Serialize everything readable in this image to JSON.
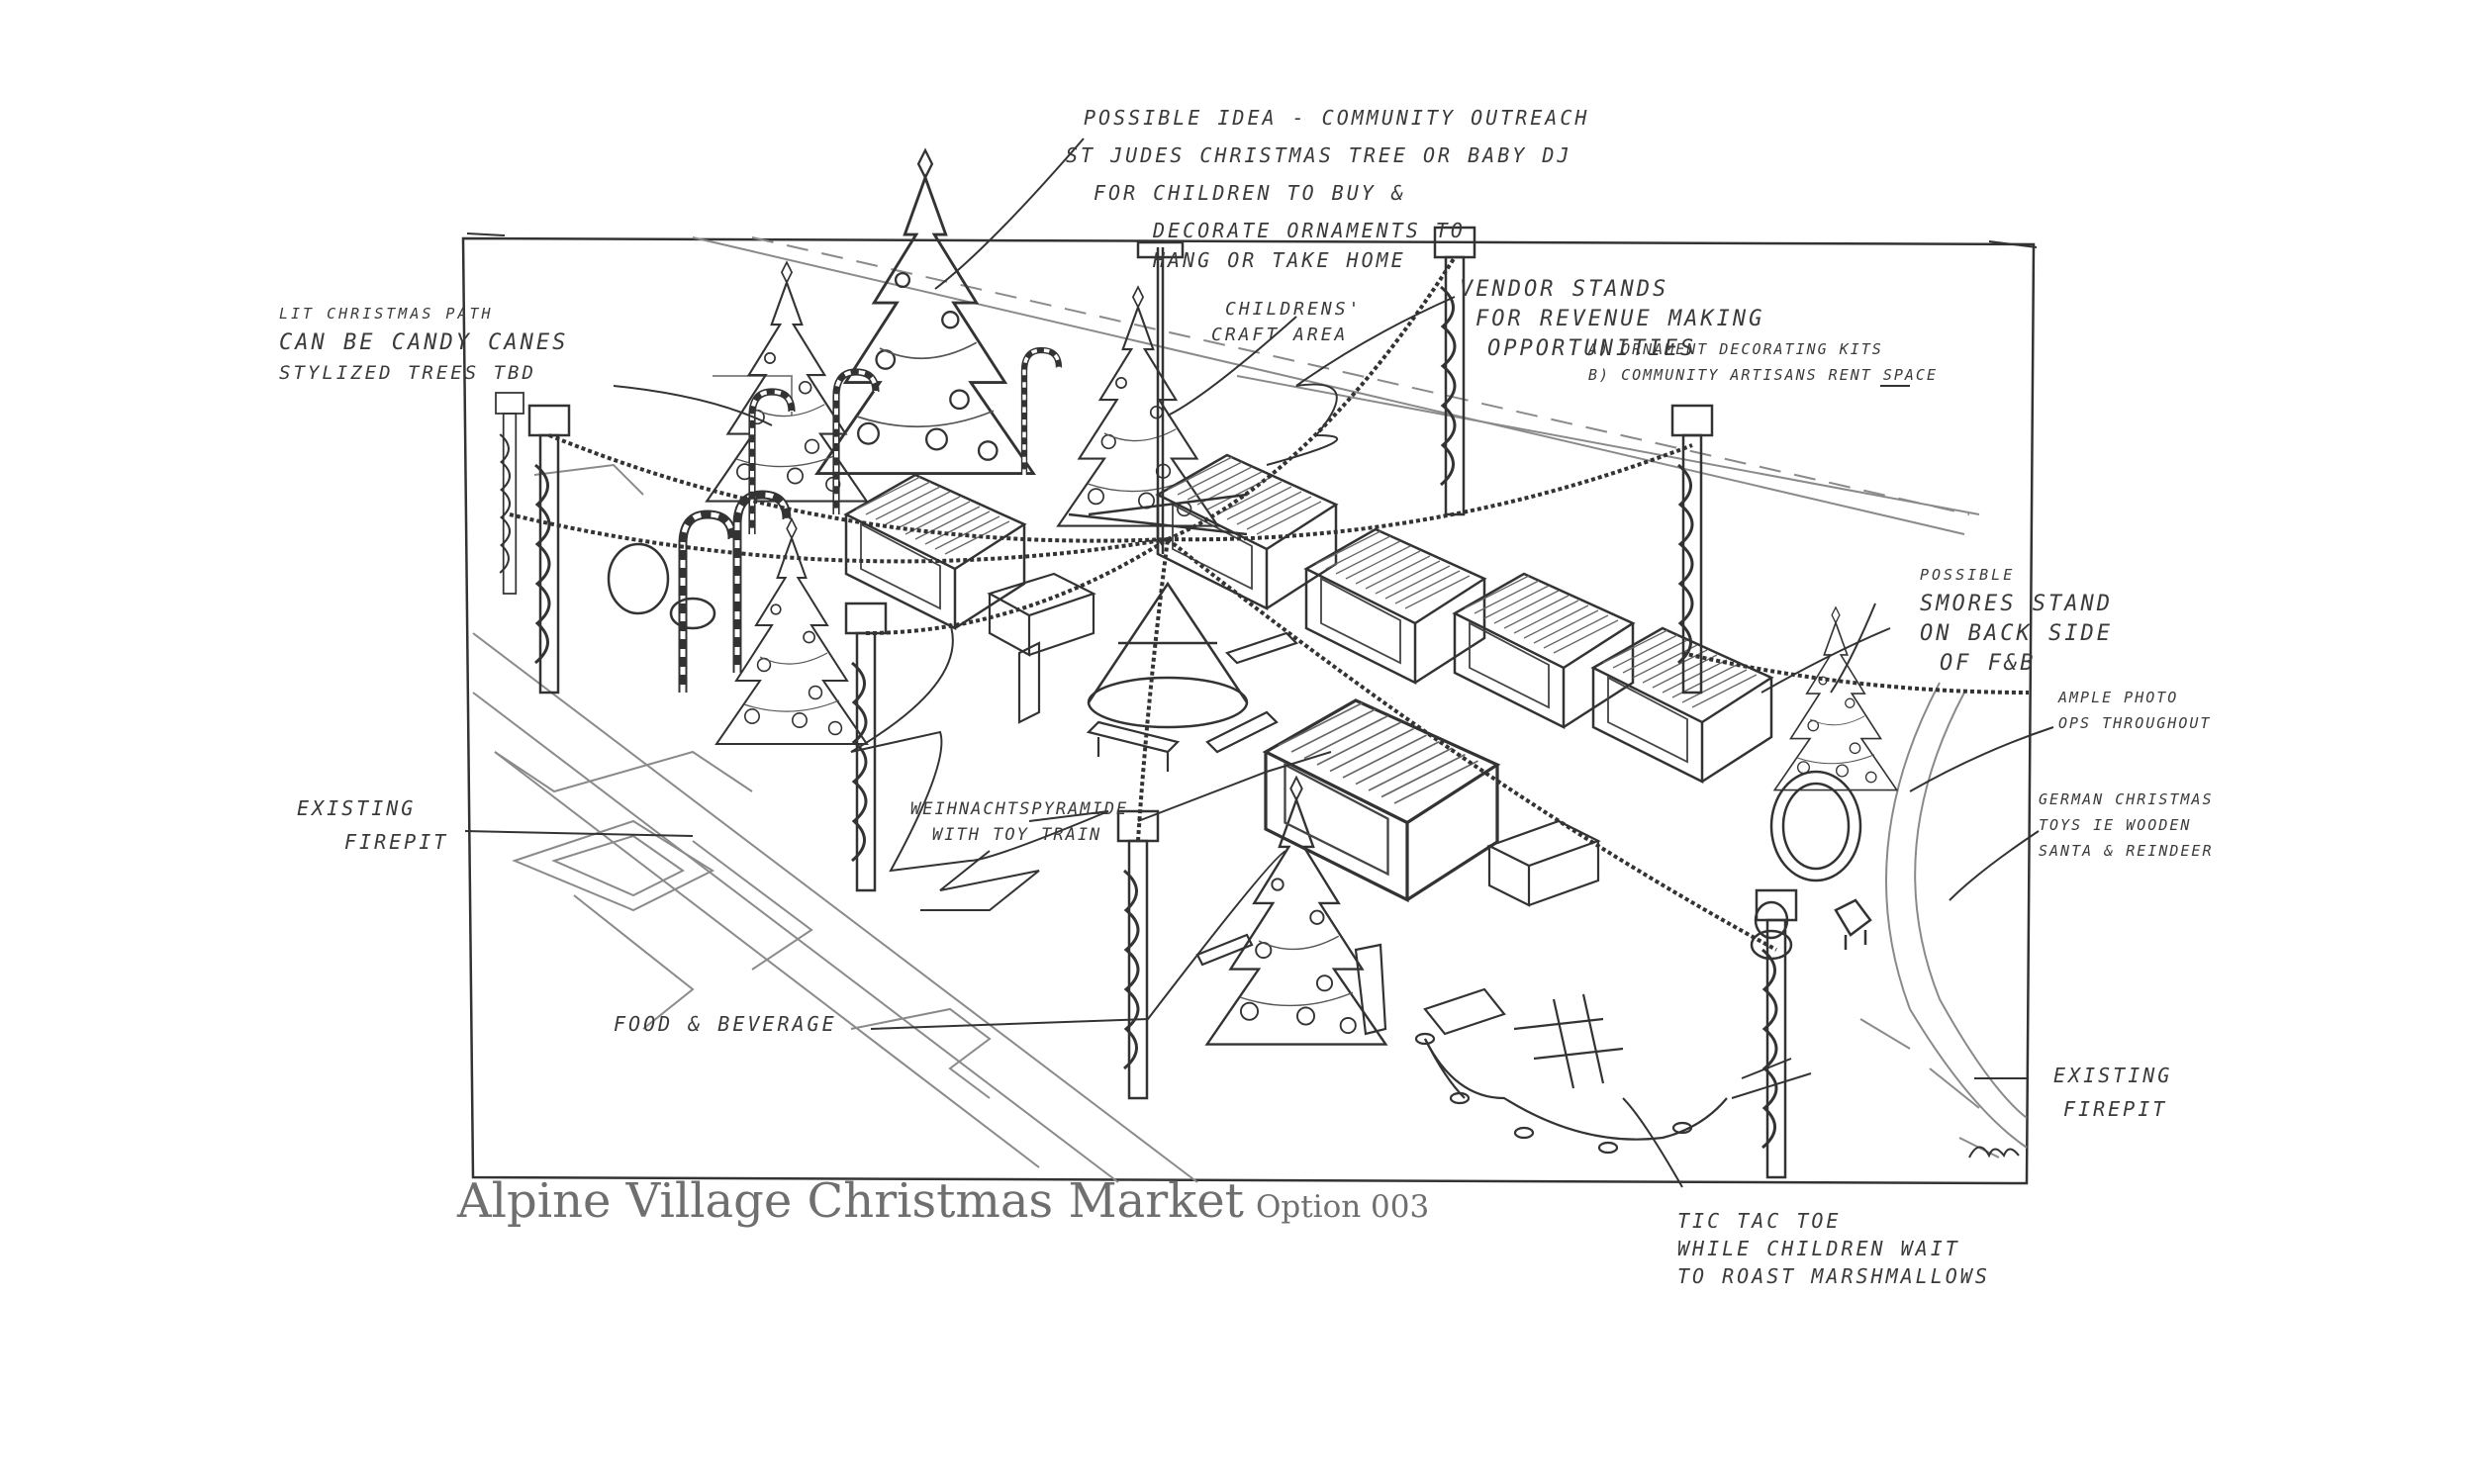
{
  "title": {
    "main": "Alpine Village Christmas Market",
    "option": "Option 003"
  },
  "annotations": {
    "outreach": [
      "POSSIBLE IDEA - COMMUNITY OUTREACH",
      "ST JUDES CHRISTMAS TREE OR BABY DJ",
      "FOR CHILDREN TO BUY &",
      "DECORATE ORNAMENTS TO",
      "HANG OR TAKE HOME"
    ],
    "christmas_path": [
      "LIT CHRISTMAS PATH",
      "CAN BE CANDY CANES",
      "STYLIZED TREES TBD"
    ],
    "craft_area": [
      "CHILDRENS'",
      "CRAFT AREA"
    ],
    "vendor_stands": [
      "VENDOR STANDS",
      "FOR REVENUE MAKING",
      "OPPORTUNITIES"
    ],
    "vendor_options": [
      "a) ORNAMENT DECORATING KITS",
      "b) COMMUNITY ARTISANS RENT SPACE"
    ],
    "smores": [
      "POSSIBLE",
      "SMORES STAND",
      "ON BACK SIDE",
      "OF F&B"
    ],
    "photo_ops": [
      "AMPLE PHOTO",
      "OPS THROUGHOUT"
    ],
    "german_toys": [
      "GERMAN CHRISTMAS",
      "TOYS IE WOODEN",
      "SANTA & REINDEER"
    ],
    "firepit_left": [
      "EXISTING",
      "FIREPIT"
    ],
    "firepit_right": [
      "EXISTING",
      "FIREPIT"
    ],
    "pyramide": [
      "WEIHNACHTSPYRAMIDE",
      "WITH TOY TRAIN"
    ],
    "food_beverage": [
      "FOOD & BEVERAGE"
    ],
    "tic_tac_toe": [
      "TIC TAC TOE",
      "WHILE CHILDREN WAIT",
      "TO ROAST MARSHMALLOWS"
    ]
  },
  "colors": {
    "ink": "#2e2e2e",
    "ink_light": "#8a8a8a",
    "paper": "#ffffff",
    "title": "#6f6f6f"
  }
}
